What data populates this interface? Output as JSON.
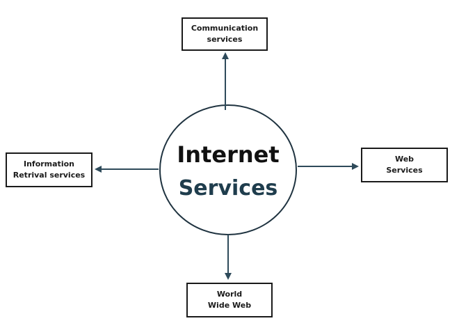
{
  "center": {
    "line1": "Internet",
    "line2": "Services"
  },
  "nodes": {
    "top": "Communication\nservices",
    "right": "Web\nServices",
    "left": "Information\nRetrival services",
    "bottom": "World\nWide Web"
  },
  "colors": {
    "arrow": "#2e4a5a",
    "box_border": "#1a1a1a",
    "circle_border": "#1f3340",
    "title_dark": "#111111",
    "title_accent": "#1f3d4d"
  }
}
